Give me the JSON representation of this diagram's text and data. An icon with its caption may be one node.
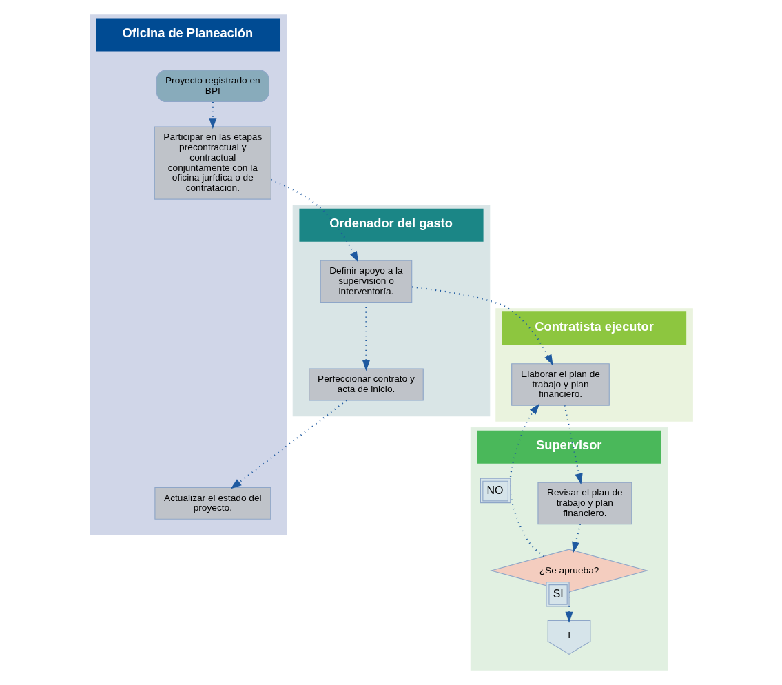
{
  "diagram": {
    "nodes": [
      {
        "text": [
          "Oficina de Planeación"
        ]
      },
      {
        "text": [
          "Ordenador del gasto"
        ]
      },
      {
        "text": [
          "Supervisor"
        ]
      },
      {
        "text": [
          "Contratista ejecutor"
        ]
      },
      {
        "text": [
          "Proyecto registrado en BPI"
        ],
        "in": 0
      },
      {
        "text": [
          "Participar en las etapas precontractual y contractual conjuntamente con la oficina jurídica o de contratación."
        ],
        "in": 0
      },
      {
        "text": [
          "Definir apoyo a la supervisión o interventoría."
        ],
        "in": 1
      },
      {
        "text": [
          "Elaborar el plan de trabajo y plan financiero."
        ],
        "in": 3
      },
      {
        "text": [
          "Revisar el plan de trabajo y plan financiero."
        ],
        "in": 2
      },
      {
        "text": [
          "¿Se aprueba?"
        ],
        "in": 2
      },
      {
        "text": [
          "I"
        ],
        "in": 2
      },
      {
        "text": [
          "Perfeccionar contrato y acta de inicio."
        ],
        "in": 1
      },
      {
        "text": [
          "Actualizar el estado del proyecto."
        ],
        "in": 0
      }
    ],
    "edges": [
      {
        "from": 4,
        "to": 5,
        "arrow": "to"
      },
      {
        "from": 5,
        "to": 6,
        "arrow": "to"
      },
      {
        "from": 6,
        "to": 7,
        "arrow": "to"
      },
      {
        "from": 7,
        "to": 8,
        "arrow": "to"
      },
      {
        "from": 8,
        "to": 9,
        "arrow": "to"
      },
      {
        "from": 9,
        "to": 7,
        "arrow": "to",
        "label": "NO"
      },
      {
        "from": 9,
        "to": 10,
        "arrow": "to",
        "label": "SI"
      },
      {
        "from": 6,
        "to": 11,
        "arrow": "to"
      },
      {
        "from": 11,
        "to": 12,
        "arrow": "to"
      }
    ]
  }
}
